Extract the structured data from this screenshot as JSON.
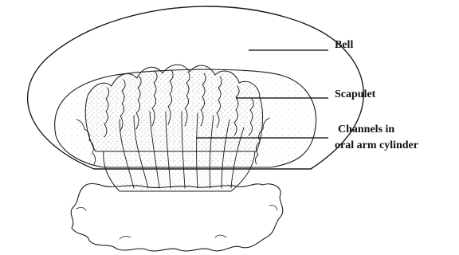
{
  "labels": {
    "bell": "Bell",
    "scapulet": "Scapulet",
    "channels_line1": "Channels in",
    "channels_line2": "oral arm cylinder"
  },
  "colors": {
    "ink": "#1a1a1a",
    "paper": "#ffffff",
    "stipple": "#333333"
  }
}
